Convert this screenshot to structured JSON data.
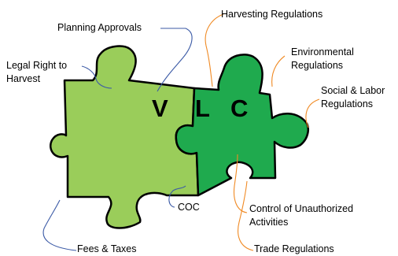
{
  "pieces": {
    "left": {
      "fill": "#9acd5a",
      "stroke": "#000000"
    },
    "right": {
      "fill": "#1faa4e",
      "stroke": "#000000"
    }
  },
  "letters": {
    "v": "V",
    "l": "L",
    "c": "C"
  },
  "labels": {
    "planning_approvals": "Planning Approvals",
    "legal_right_line1": "Legal Right to",
    "legal_right_line2": "Harvest",
    "harvesting_regulations": "Harvesting Regulations",
    "environmental_line1": "Environmental",
    "environmental_line2": "Regulations",
    "social_line1": "Social & Labor",
    "social_line2": "Regulations",
    "coc": "COC",
    "control_line1": "Control of Unauthorized",
    "control_line2": "Activities",
    "fees_taxes": "Fees & Taxes",
    "trade_regulations": "Trade Regulations"
  },
  "connector_colors": {
    "left_group": "#3b5aa6",
    "right_group": "#f08a24"
  }
}
